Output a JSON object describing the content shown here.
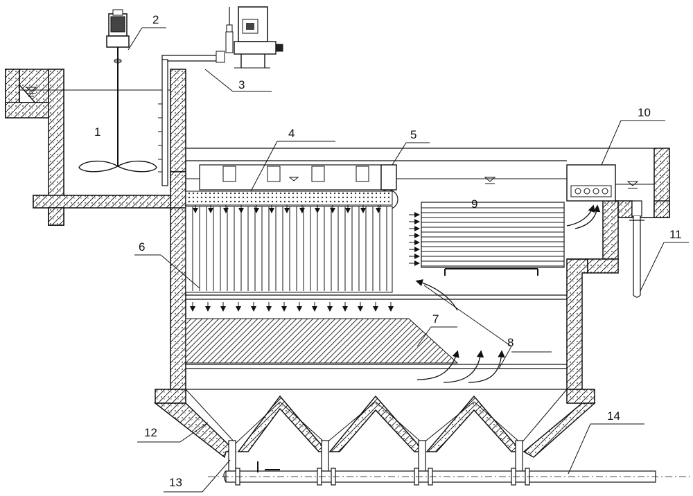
{
  "labels": {
    "l1": "1",
    "l2": "2",
    "l3": "3",
    "l4": "4",
    "l5": "5",
    "l6": "6",
    "l7": "7",
    "l8": "8",
    "l9": "9",
    "l10": "10",
    "l11": "11",
    "l12": "12",
    "l13": "13",
    "l14": "14"
  },
  "colors": {
    "line": "#111111",
    "hatch": "#333333",
    "background": "#ffffff"
  }
}
